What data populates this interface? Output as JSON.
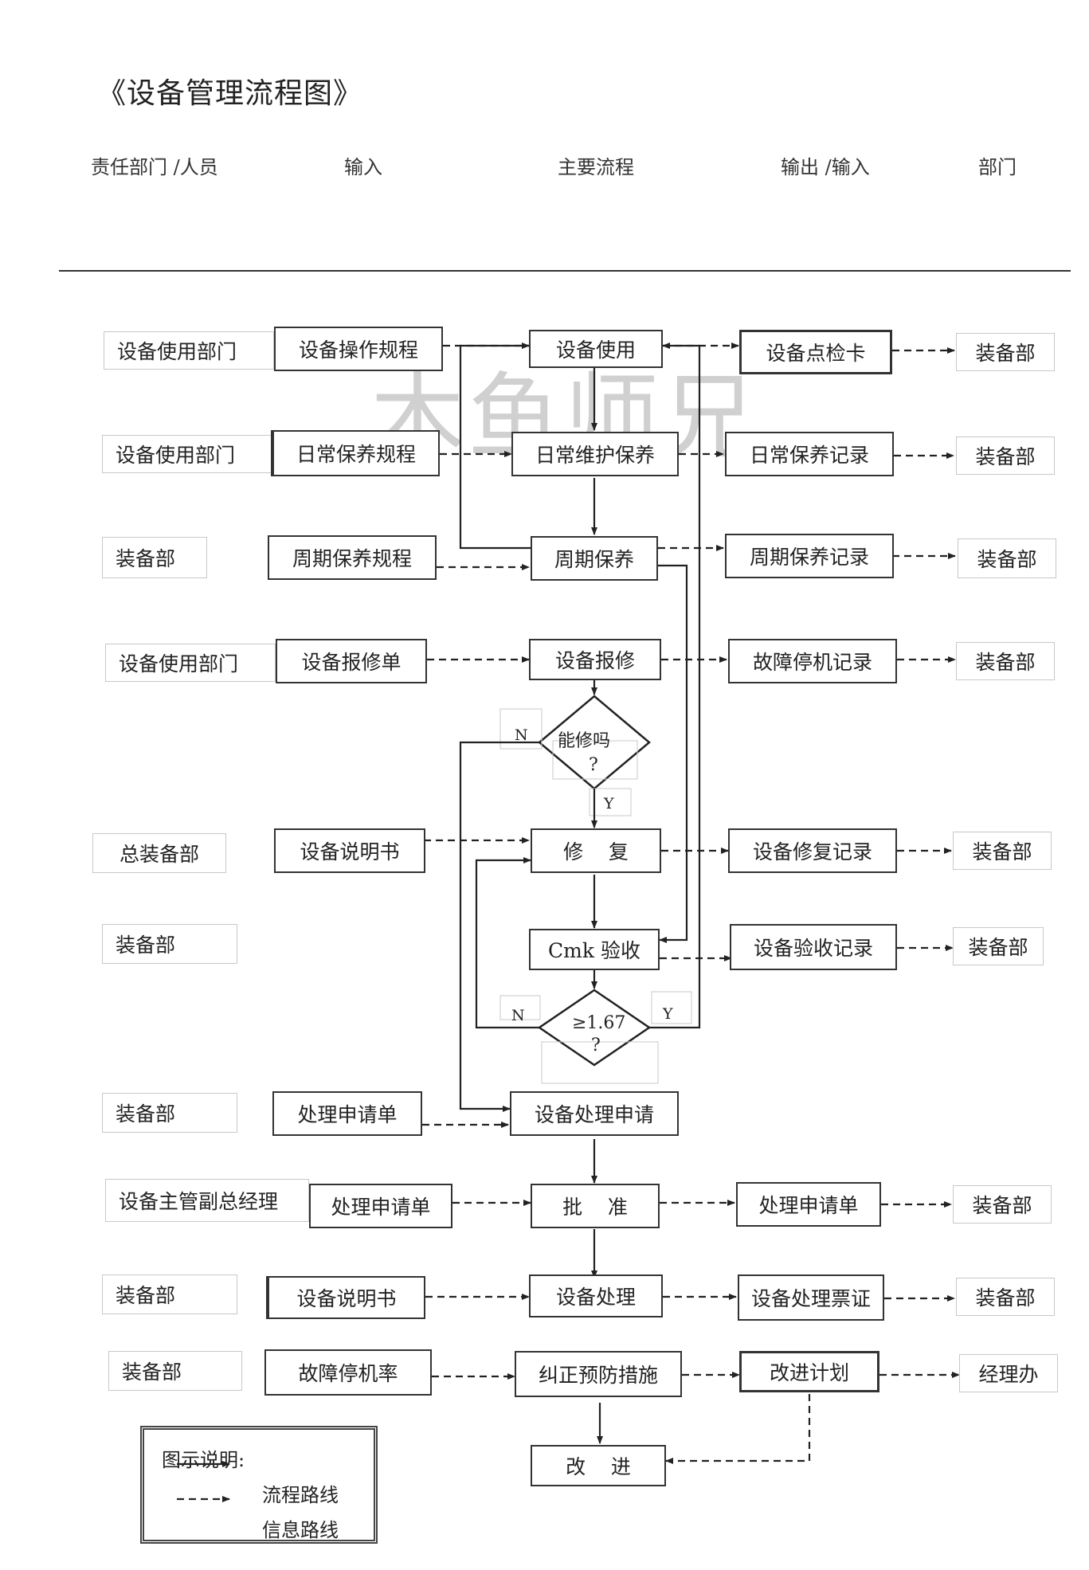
{
  "title": "《设备管理流程图》",
  "headers": [
    "责任部门 /人员",
    "输入",
    "主要流程",
    "输出 /输入",
    "部门"
  ],
  "watermark": "木鱼师兄",
  "rows": [
    {
      "dept": "设备使用部门",
      "input": "设备操作规程",
      "process": "设备使用",
      "output": "设备点检卡",
      "receiver": "装备部"
    },
    {
      "dept": "设备使用部门",
      "input": "日常保养规程",
      "process": "日常维护保养",
      "output": "日常保养记录",
      "receiver": "装备部"
    },
    {
      "dept": "装备部",
      "input": "周期保养规程",
      "process": "周期保养",
      "output": "周期保养记录",
      "receiver": "装备部"
    },
    {
      "dept": "设备使用部门",
      "input": "设备报修单",
      "process": "设备报修",
      "output": "故障停机记录",
      "receiver": "装备部"
    },
    {
      "dept": "总装备部",
      "input": "设备说明书",
      "process": "修    复",
      "output": "设备修复记录",
      "receiver": "装备部"
    },
    {
      "dept": "装备部",
      "input": "",
      "process": "Cmk 验收",
      "output": "设备验收记录",
      "receiver": "装备部"
    },
    {
      "dept": "装备部",
      "input": "处理申请单",
      "process": "设备处理申请",
      "output": "",
      "receiver": ""
    },
    {
      "dept": "设备主管副总经理",
      "input": "处理申请单",
      "process": "批    准",
      "output": "处理申请单",
      "receiver": "装备部"
    },
    {
      "dept": "装备部",
      "input": "设备说明书",
      "process": "设备处理",
      "output": "设备处理票证",
      "receiver": "装备部"
    },
    {
      "dept": "装备部",
      "input": "故障停机率",
      "process": "纠正预防措施",
      "output": "改进计划",
      "receiver": "经理办"
    }
  ],
  "final_step": "改    进",
  "decisions": {
    "repair": {
      "line1": "能修吗",
      "line2": "?",
      "yes": "Y",
      "no": "N"
    },
    "cmk": {
      "line1": "≥1.67",
      "line2": "?",
      "yes": "Y",
      "no": "N"
    }
  },
  "legend": {
    "title": "图示说明:",
    "flow": "流程路线",
    "info": "信息路线"
  }
}
